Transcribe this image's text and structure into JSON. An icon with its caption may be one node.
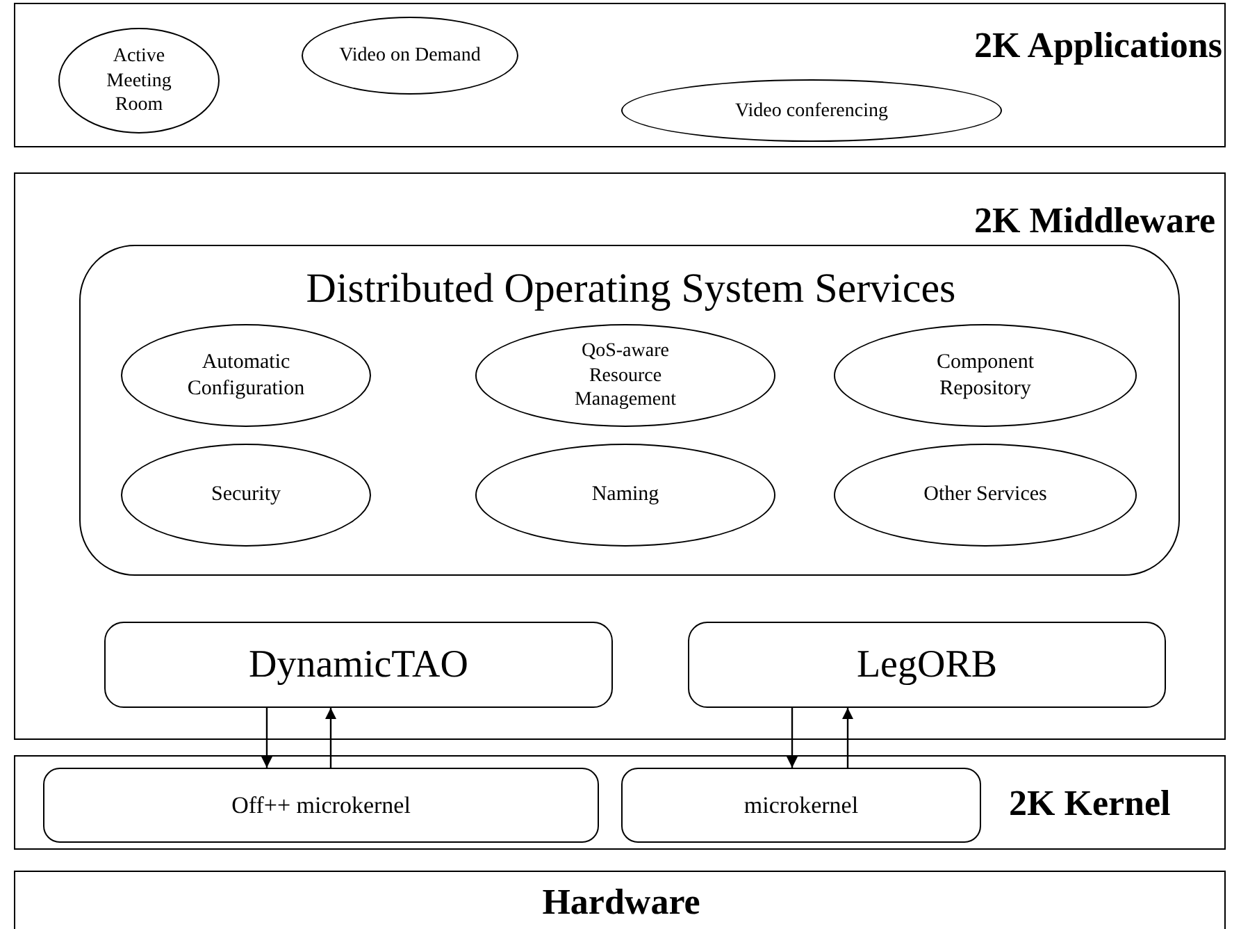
{
  "diagram": {
    "nodes": [
      {
        "text": [
          "2K Applications"
        ]
      },
      {
        "text": [
          "Active Meeting Room"
        ],
        "in": 0
      },
      {
        "text": [
          "Video on Demand"
        ],
        "in": 0
      },
      {
        "text": [
          "Video conferencing"
        ],
        "in": 0
      },
      {
        "text": [
          "2K Middleware"
        ]
      },
      {
        "text": [
          "Distributed Operating System Services"
        ],
        "in": 4
      },
      {
        "text": [
          "Automatic Configuration"
        ],
        "in": 5
      },
      {
        "text": [
          "QoS-aware Resource Management"
        ],
        "in": 5
      },
      {
        "text": [
          "Component Repository"
        ],
        "in": 5
      },
      {
        "text": [
          "Security"
        ],
        "in": 5
      },
      {
        "text": [
          "Naming"
        ],
        "in": 5
      },
      {
        "text": [
          "Other Services"
        ],
        "in": 5
      },
      {
        "text": [
          "DynamicTAO"
        ],
        "in": 4
      },
      {
        "text": [
          "LegORB"
        ],
        "in": 4
      },
      {
        "text": [
          "2K Kernel"
        ]
      },
      {
        "text": [
          "Off++ microkernel"
        ],
        "in": 14
      },
      {
        "text": [
          "microkernel"
        ],
        "in": 14
      },
      {
        "text": [
          "Hardware"
        ]
      }
    ],
    "edges": [
      {
        "from": 12,
        "to": 15,
        "arrow": "to"
      },
      {
        "from": 15,
        "to": 12,
        "arrow": "to"
      },
      {
        "from": 13,
        "to": 16,
        "arrow": "to"
      },
      {
        "from": 16,
        "to": 13,
        "arrow": "to"
      }
    ]
  }
}
